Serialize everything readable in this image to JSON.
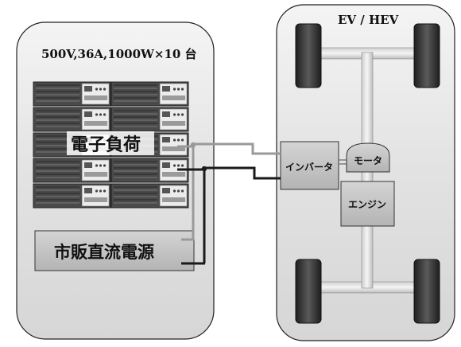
{
  "left_panel": {
    "spec_label": "500V,36A,1000W×10 台",
    "electronic_load_label": "電子負荷",
    "dc_power_label": "市販直流電源"
  },
  "right_panel": {
    "title": "EV / HEV",
    "inverter_label": "インバータ",
    "motor_label": "モータ",
    "engine_label": "エンジン"
  },
  "load_units": {
    "rows": 5,
    "columns": 2
  },
  "colors": {
    "panel_fill": "#e6e6e6",
    "box_fill": "#c2c2c2",
    "wheel_fill": "#444444",
    "gray_wire": "#9a9a9a",
    "dark_wire": "#1a1a1a"
  }
}
